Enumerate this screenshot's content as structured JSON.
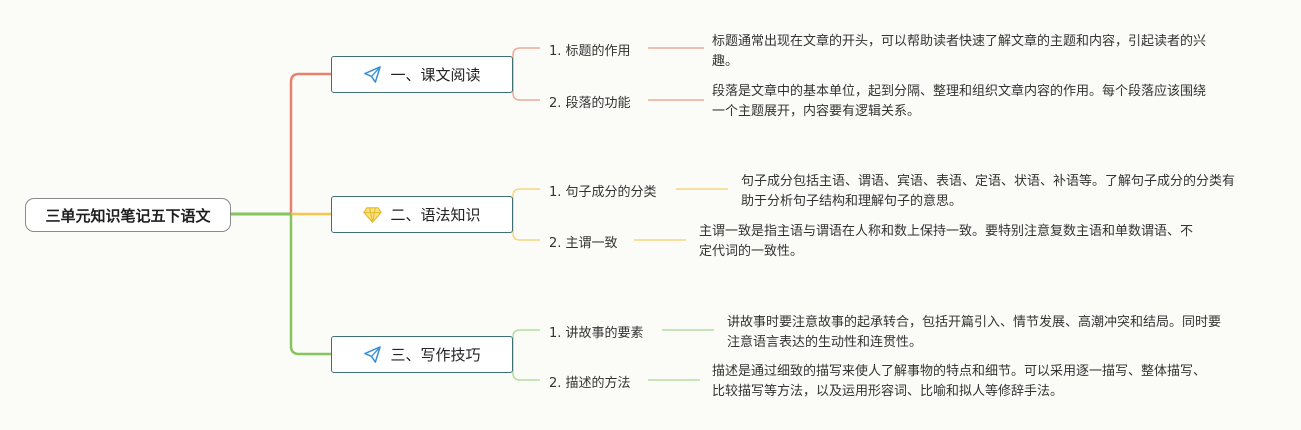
{
  "root": {
    "title": "三单元知识笔记五下语文"
  },
  "colors": {
    "branch1": "#e8826f",
    "branch2": "#f5c84c",
    "branch3": "#86c45e"
  },
  "branches": [
    {
      "icon": "paper-plane-icon",
      "label": "一、课文阅读",
      "children": [
        {
          "label": "1. 标题的作用",
          "detail": "标题通常出现在文章的开头，可以帮助读者快速了解文章的主题和内容，引起读者的兴趣。"
        },
        {
          "label": "2. 段落的功能",
          "detail": "段落是文章中的基本单位，起到分隔、整理和组织文章内容的作用。每个段落应该围绕一个主题展开，内容要有逻辑关系。"
        }
      ]
    },
    {
      "icon": "diamond-icon",
      "label": "二、语法知识",
      "children": [
        {
          "label": "1. 句子成分的分类",
          "detail": "句子成分包括主语、谓语、宾语、表语、定语、状语、补语等。了解句子成分的分类有助于分析句子结构和理解句子的意思。"
        },
        {
          "label": "2. 主谓一致",
          "detail": "主谓一致是指主语与谓语在人称和数上保持一致。要特别注意复数主语和单数谓语、不定代词的一致性。"
        }
      ]
    },
    {
      "icon": "paper-plane-icon",
      "label": "三、写作技巧",
      "children": [
        {
          "label": "1. 讲故事的要素",
          "detail": "讲故事时要注意故事的起承转合，包括开篇引入、情节发展、高潮冲突和结局。同时要注意语言表达的生动性和连贯性。"
        },
        {
          "label": "2. 描述的方法",
          "detail": "描述是通过细致的描写来使人了解事物的特点和细节。可以采用逐一描写、整体描写、比较描写等方法，以及运用形容词、比喻和拟人等修辞手法。"
        }
      ]
    }
  ]
}
